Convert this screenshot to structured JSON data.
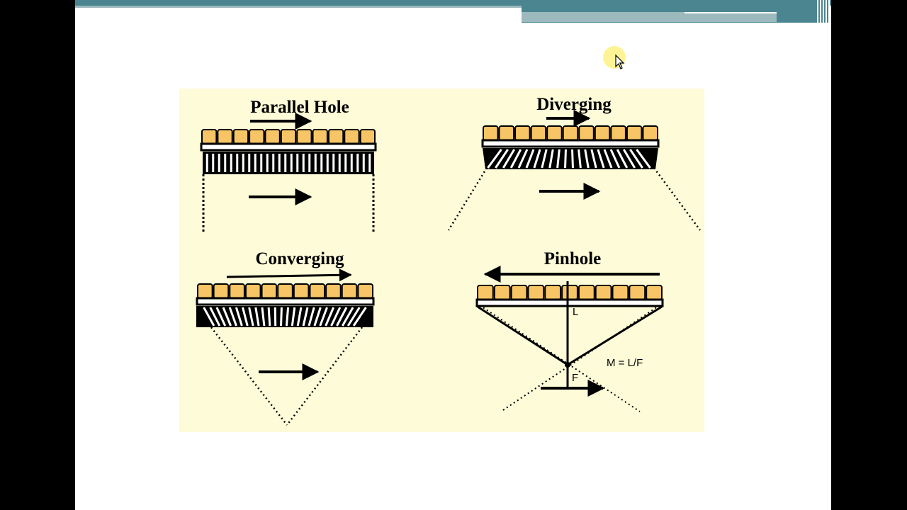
{
  "slide": {
    "accent_color": "#4a8590",
    "accent_light": "#9cb9bd",
    "diagram_background": "#fdfbd8",
    "crystal_color": "#f7c565"
  },
  "panels": {
    "parallel": {
      "title": "Parallel Hole"
    },
    "diverging": {
      "title": "Diverging"
    },
    "converging": {
      "title": "Converging"
    },
    "pinhole": {
      "title": "Pinhole",
      "label_l": "L",
      "label_f": "F",
      "formula": "M = L/F"
    }
  },
  "icons": {
    "cursor": "mouse-pointer-icon"
  }
}
